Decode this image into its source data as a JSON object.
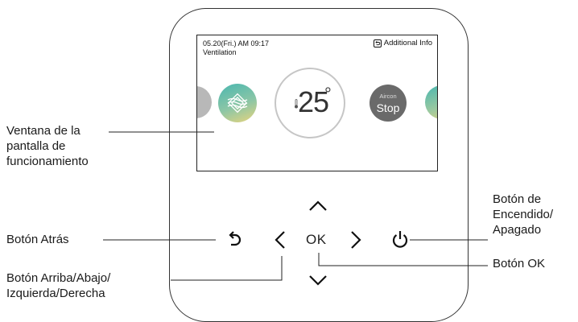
{
  "screen": {
    "status_datetime": "05.20(Fri.) AM 09:17",
    "mode_label": "Ventilation",
    "info_label": "Additional Info",
    "temperature": "25",
    "temperature_unit": "°",
    "aircon_label": "Aircon",
    "aircon_state": "Stop"
  },
  "buttons": {
    "ok_label": "OK"
  },
  "labels": {
    "display_window": [
      "Ventana de la",
      "pantalla de",
      "funcionamiento"
    ],
    "back": "Botón Atrás",
    "nav": [
      "Botón Arriba/Abajo/",
      "Izquierda/Derecha"
    ],
    "power": [
      "Botón de",
      "Encendido/",
      "Apagado"
    ],
    "ok": "Botón OK"
  },
  "icons": {
    "info": "return-arrow-icon",
    "fan": "ventilation-fan-icon",
    "thermometer": "thermometer-icon",
    "up": "chevron-up-icon",
    "down": "chevron-down-icon",
    "left": "chevron-left-icon",
    "right": "chevron-right-icon",
    "back": "back-arrow-icon",
    "power": "power-icon"
  },
  "colors": {
    "fan_gradient": [
      "#4ab7b0",
      "#e7d47d"
    ],
    "aircon_fill": "#6a6a6a",
    "side_circle": "#b8b8b8"
  }
}
